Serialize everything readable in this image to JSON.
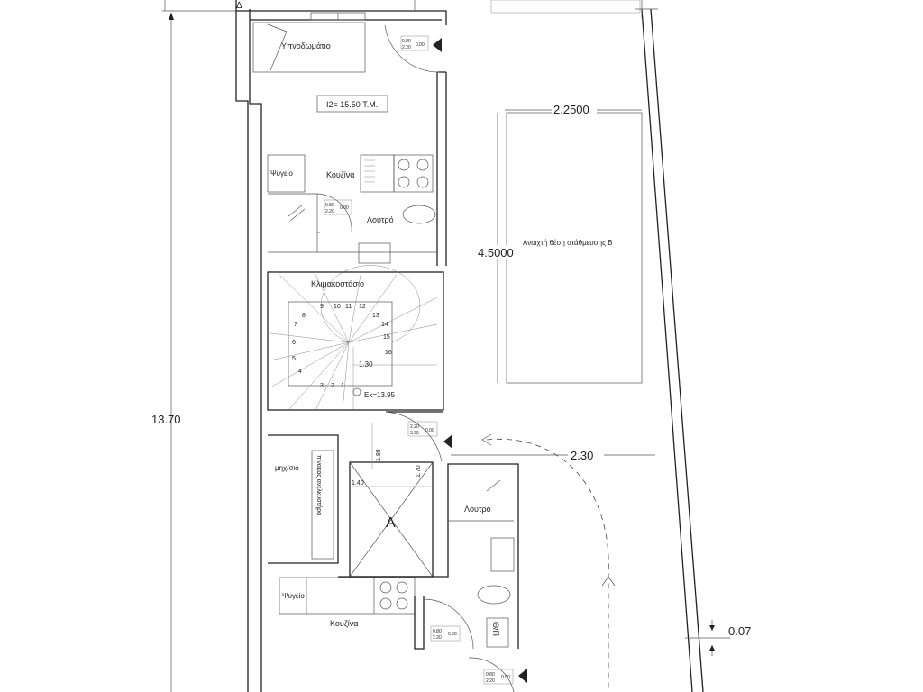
{
  "dimensions": {
    "total_height": "13.70",
    "parking_width": "2.2500",
    "parking_length": "4.5000",
    "driveway_width": "2.30",
    "offset": "0.07",
    "stair_width": "1.30",
    "elevator_width": "1.40",
    "elevator_depth": "1.70",
    "corridor": "1.88",
    "elevation": "Εκ=13.95"
  },
  "upper_unit": {
    "bedroom": "Υπνοδωμάτιο",
    "area": "I2= 15.50 Τ.Μ.",
    "fridge": "Ψυγείο",
    "kitchen": "Κουζίνα",
    "bathroom": "Λουτρό",
    "door_entry": {
      "w": "0.80",
      "h": "2.20",
      "sill": "0.00"
    },
    "door_bath": {
      "w": "0.80",
      "h": "2.20",
      "sill": "0.00"
    }
  },
  "stairs": {
    "label": "Κλιμακοστάσιο",
    "steps": [
      "1",
      "2",
      "3",
      "4",
      "5",
      "6",
      "7",
      "8",
      "9",
      "10",
      "11",
      "12",
      "13",
      "14",
      "15",
      "16"
    ]
  },
  "core": {
    "door": {
      "w": "2.20",
      "h": "3.90",
      "sill": "0.00"
    },
    "mechanical_room": "μηχ/σιο",
    "elevator_panel": "πίνακας ανελκυστήρα",
    "elevator_label": "A"
  },
  "lower_unit": {
    "bathroom": "Λουτρό",
    "fridge": "Ψυγείο",
    "kitchen": "Κουζίνα",
    "heater": "Θ/Π",
    "door_bath": {
      "w": "0.80",
      "h": "2.20",
      "sill": "0.00"
    },
    "door_entry": {
      "w": "0.80",
      "h": "2.20",
      "sill": "0.00"
    }
  },
  "parking": {
    "label": "Ανοιχτή θέση στάθμευσης Β"
  }
}
